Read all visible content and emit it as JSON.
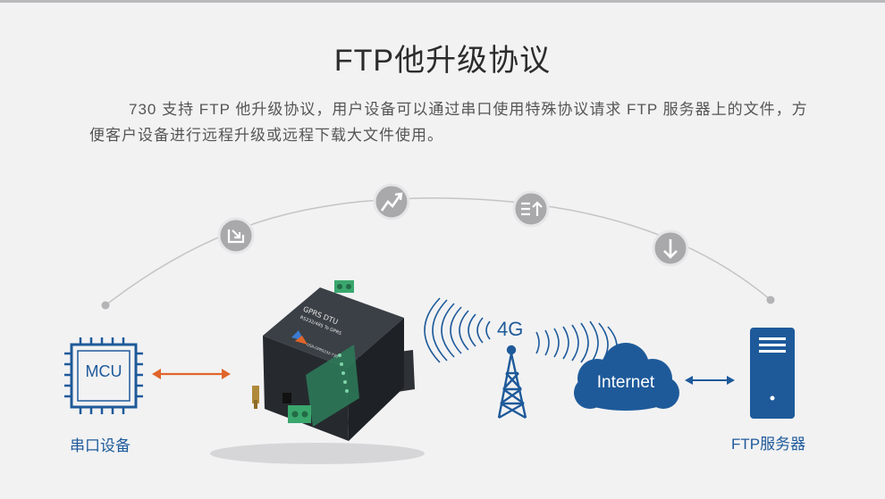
{
  "title": "FTP他升级协议",
  "description": "730 支持 FTP 他升级协议，用户设备可以通过串口使用特殊协议请求 FTP 服务器上的文件，方便客户设备进行远程升级或远程下载大文件使用。",
  "nodes": {
    "mcu": {
      "chip_text": "MCU",
      "label": "串口设备"
    },
    "dtu": {
      "model": "GPRS DTU",
      "subtitle": "RS232/485 To GPRS",
      "badge": "USR-GPRS232-730"
    },
    "tower": {
      "label": "4G"
    },
    "cloud": {
      "label": "Internet"
    },
    "server": {
      "label": "FTP服务器"
    }
  },
  "arc_icons": [
    {
      "name": "download-to-box-icon"
    },
    {
      "name": "trend-up-icon"
    },
    {
      "name": "list-upload-icon"
    },
    {
      "name": "download-arrow-icon"
    }
  ],
  "colors": {
    "blue": "#1e5a9a",
    "orange": "#e0652a",
    "icon_gray": "#a7a7a9",
    "arc": "#bfbfc1"
  }
}
